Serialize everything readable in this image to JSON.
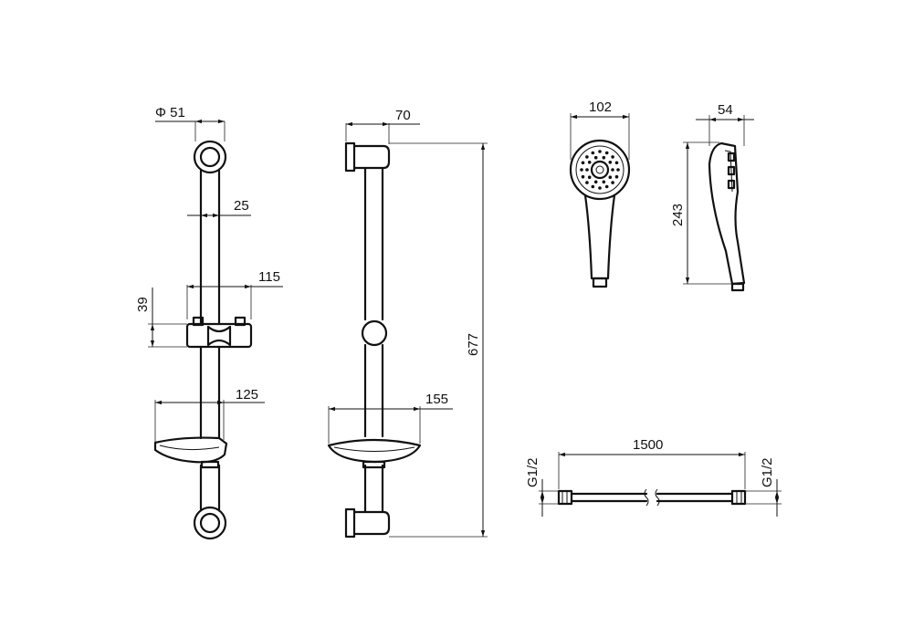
{
  "dimensions": {
    "rail_diameter": "Φ 51",
    "rail_width": "25",
    "slider_width": "115",
    "slider_height": "39",
    "dish_width_front": "125",
    "rail_depth": "70",
    "dish_width_side": "155",
    "rail_length": "677",
    "head_width": "102",
    "head_depth": "54",
    "head_length": "243",
    "hose_length": "1500",
    "hose_thread_left": "G1/2",
    "hose_thread_right": "G1/2"
  }
}
